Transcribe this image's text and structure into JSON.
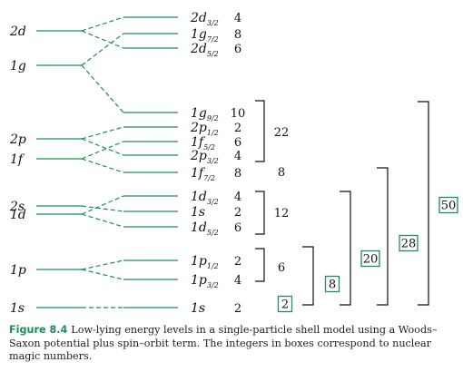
{
  "colors": {
    "level": "#1e8c5a",
    "ink": "#111111",
    "caption_head": "#1e8c5a"
  },
  "levels_left": [
    "2d",
    "1g",
    "2p",
    "1f",
    "2s",
    "1d",
    "1p",
    "1s"
  ],
  "levels_right": [
    {
      "n": "2",
      "l": "d",
      "sub": "3/2",
      "occ": "4"
    },
    {
      "n": "1",
      "l": "g",
      "sub": "7/2",
      "occ": "8"
    },
    {
      "n": "2",
      "l": "d",
      "sub": "5/2",
      "occ": "6"
    },
    {
      "n": "1",
      "l": "g",
      "sub": "9/2",
      "occ": "10"
    },
    {
      "n": "2",
      "l": "p",
      "sub": "1/2",
      "occ": "2"
    },
    {
      "n": "1",
      "l": "f",
      "sub": "5/2",
      "occ": "6"
    },
    {
      "n": "2",
      "l": "p",
      "sub": "3/2",
      "occ": "4"
    },
    {
      "n": "1",
      "l": "f",
      "sub": "7/2",
      "occ": "8"
    },
    {
      "n": "1",
      "l": "d",
      "sub": "3/2",
      "occ": "4"
    },
    {
      "n": "1",
      "l": "s",
      "sub": "",
      "occ": "2"
    },
    {
      "n": "1",
      "l": "d",
      "sub": "5/2",
      "occ": "6"
    },
    {
      "n": "1",
      "l": "p",
      "sub": "1/2",
      "occ": "2"
    },
    {
      "n": "1",
      "l": "p",
      "sub": "3/2",
      "occ": "4"
    },
    {
      "n": "1",
      "l": "s",
      "sub": "",
      "occ": "2"
    }
  ],
  "group_totals": [
    "22",
    "8",
    "12",
    "6"
  ],
  "magic_numbers": [
    "2",
    "8",
    "20",
    "28",
    "50"
  ],
  "caption": {
    "head": "Figure 8.4",
    "text": "Low-lying energy levels in a single-particle shell model using a Woods–Saxon potential plus spin–orbit term. The integers in boxes correspond to nuclear magic numbers."
  }
}
